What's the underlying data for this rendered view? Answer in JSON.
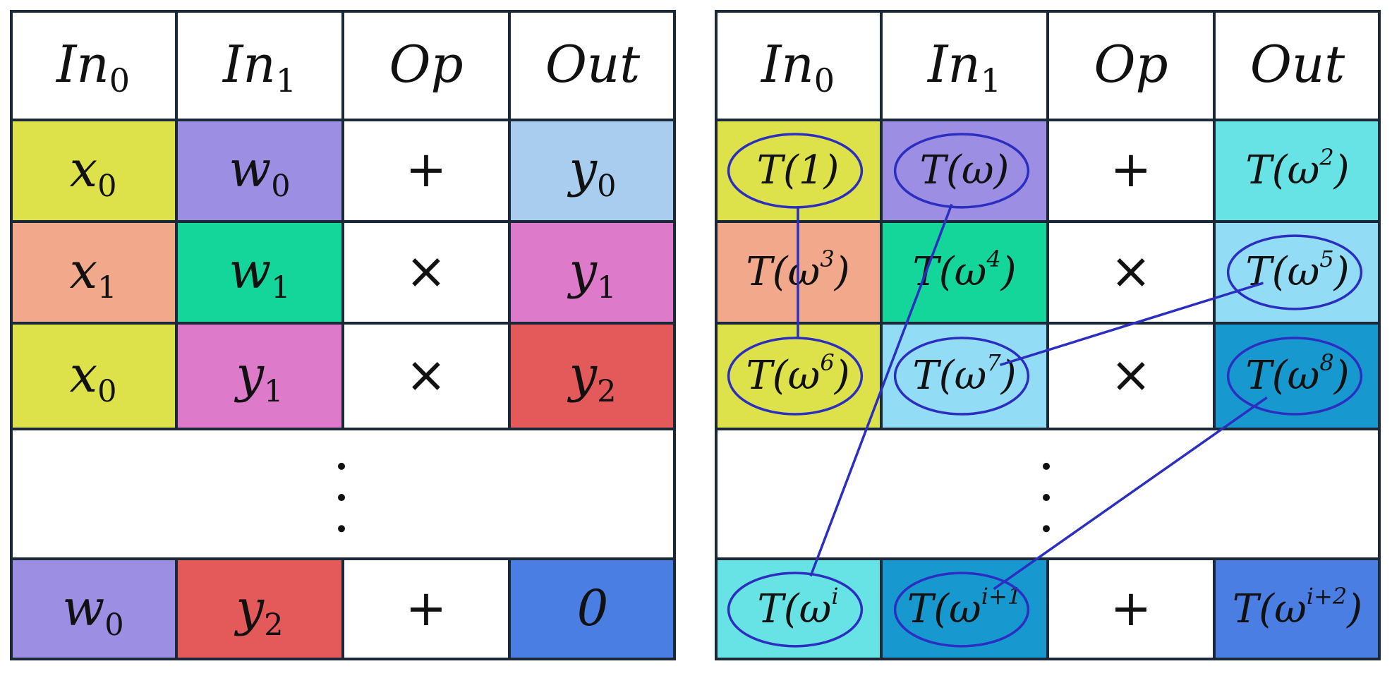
{
  "colors": {
    "yellow": "#dde14a",
    "purple": "#9b8ee3",
    "salmon": "#f2a98b",
    "green": "#14d69a",
    "pink": "#dd7ac9",
    "red": "#e45a5a",
    "lightblue": "#a9cdef",
    "skyblue": "#92dcf5",
    "cyan": "#67e3e5",
    "deepblue": "#1799cf",
    "royalblue": "#4a7ee2",
    "white": "#ffffff",
    "grid": "#1b2838",
    "link": "#2b2ec0"
  },
  "headers": [
    {
      "base": "In",
      "sub": "0"
    },
    {
      "base": "In",
      "sub": "1"
    },
    {
      "base": "Op",
      "sub": ""
    },
    {
      "base": "Out",
      "sub": ""
    }
  ],
  "left_table": {
    "rows": [
      [
        {
          "base": "x",
          "sub": "0",
          "sup": "",
          "color": "yellow"
        },
        {
          "base": "w",
          "sub": "0",
          "sup": "",
          "color": "purple"
        },
        {
          "op": "+",
          "color": "white"
        },
        {
          "base": "y",
          "sub": "0",
          "sup": "",
          "color": "lightblue"
        }
      ],
      [
        {
          "base": "x",
          "sub": "1",
          "sup": "",
          "color": "salmon"
        },
        {
          "base": "w",
          "sub": "1",
          "sup": "",
          "color": "green"
        },
        {
          "op": "×",
          "color": "white"
        },
        {
          "base": "y",
          "sub": "1",
          "sup": "",
          "color": "pink"
        }
      ],
      [
        {
          "base": "x",
          "sub": "0",
          "sup": "",
          "color": "yellow"
        },
        {
          "base": "y",
          "sub": "1",
          "sup": "",
          "color": "pink"
        },
        {
          "op": "×",
          "color": "white"
        },
        {
          "base": "y",
          "sub": "2",
          "sup": "",
          "color": "red"
        }
      ],
      "ellipsis",
      [
        {
          "base": "w",
          "sub": "0",
          "sup": "",
          "color": "purple"
        },
        {
          "base": "y",
          "sub": "2",
          "sup": "",
          "color": "red"
        },
        {
          "op": "+",
          "color": "white"
        },
        {
          "base": "0",
          "sub": "",
          "sup": "",
          "upright": true,
          "color": "royalblue"
        }
      ]
    ]
  },
  "right_table": {
    "rows": [
      [
        {
          "base": "T(1)",
          "sup": "",
          "color": "yellow",
          "circled": true
        },
        {
          "base": "T(ω)",
          "sup": "",
          "color": "purple",
          "circled": true
        },
        {
          "op": "+",
          "color": "white"
        },
        {
          "base": "T(ω",
          "sup": "2",
          "close": ")",
          "color": "cyan",
          "circled": false
        }
      ],
      [
        {
          "base": "T(ω",
          "sup": "3",
          "close": ")",
          "color": "salmon",
          "circled": false
        },
        {
          "base": "T(ω",
          "sup": "4",
          "close": ")",
          "color": "green",
          "circled": false
        },
        {
          "op": "×",
          "color": "white"
        },
        {
          "base": "T(ω",
          "sup": "5",
          "close": ")",
          "color": "skyblue",
          "circled": true
        }
      ],
      [
        {
          "base": "T(ω",
          "sup": "6",
          "close": ")",
          "color": "yellow",
          "circled": true
        },
        {
          "base": "T(ω",
          "sup": "7",
          "close": ")",
          "color": "skyblue",
          "circled": true
        },
        {
          "op": "×",
          "color": "white"
        },
        {
          "base": "T(ω",
          "sup": "8",
          "close": ")",
          "color": "deepblue",
          "circled": true
        }
      ],
      "ellipsis",
      [
        {
          "base": "T(ω",
          "sup": "i",
          "close": "",
          "color": "cyan",
          "circled": true
        },
        {
          "base": "T(ω",
          "sup": "i+1",
          "close": "",
          "color": "deepblue",
          "circled": true
        },
        {
          "op": "+",
          "color": "white"
        },
        {
          "base": "T(ω",
          "sup": "i+2",
          "close": ")",
          "color": "royalblue",
          "circled": false
        }
      ]
    ],
    "links": [
      {
        "from": "r0c0",
        "to": "r2c0"
      },
      {
        "from": "r0c1",
        "to": "r4c0"
      },
      {
        "from": "r2c1",
        "to": "r1c3"
      },
      {
        "from": "r2c3",
        "to": "r4c1"
      }
    ]
  }
}
